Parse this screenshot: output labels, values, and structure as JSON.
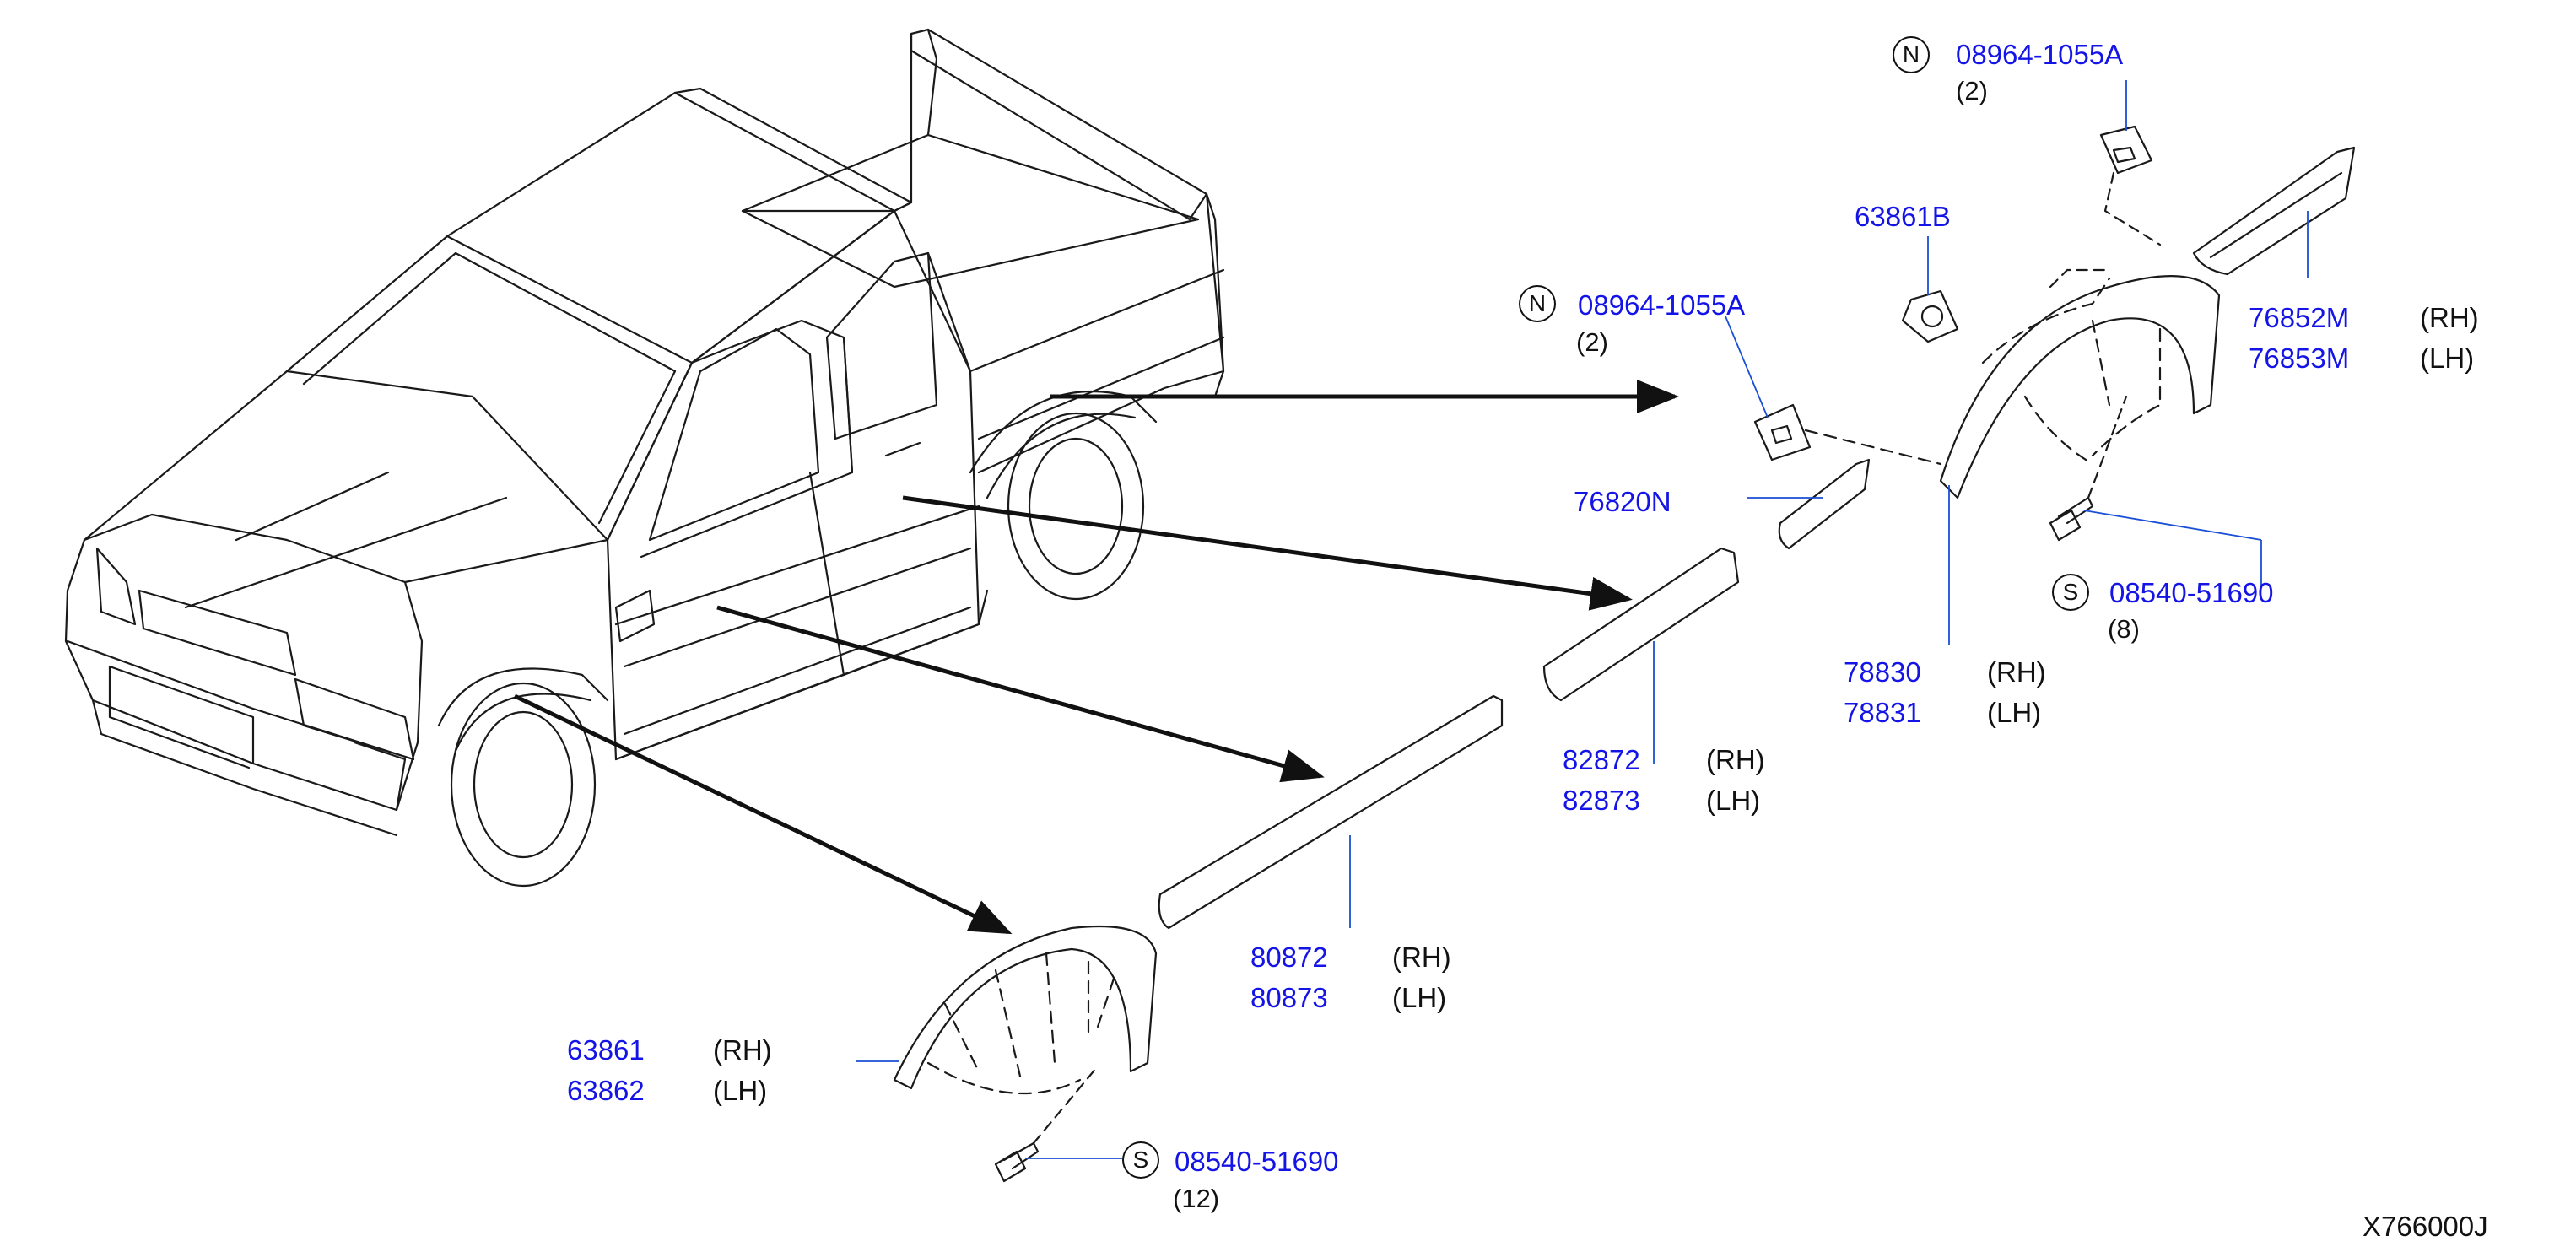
{
  "colors": {
    "part_number": "#1414e6",
    "text": "#111111",
    "leader": "#1a4fd6",
    "line": "#1a1a1a"
  },
  "diagram_ref": "X766000J",
  "parts": {
    "flare_rear": {
      "rh": "76852M",
      "rh_side": "(RH)",
      "lh": "76853M",
      "lh_side": "(LH)"
    },
    "clip_n_upper": {
      "symbol": "N",
      "number": "08964-1055A",
      "qty": "(2)"
    },
    "clip_n_mid": {
      "symbol": "N",
      "number": "08964-1055A",
      "qty": "(2)"
    },
    "nut_rear": {
      "number": "63861B"
    },
    "molding_small": {
      "number": "76820N"
    },
    "screw_rear": {
      "symbol": "S",
      "number": "08540-51690",
      "qty": "(8)"
    },
    "wheelarch_rear": {
      "rh": "78830",
      "rh_side": "(RH)",
      "lh": "78831",
      "lh_side": "(LH)"
    },
    "molding_door_rear": {
      "rh": "82872",
      "rh_side": "(RH)",
      "lh": "82873",
      "lh_side": "(LH)"
    },
    "molding_door_front": {
      "rh": "80872",
      "rh_side": "(RH)",
      "lh": "80873",
      "lh_side": "(LH)"
    },
    "flare_front": {
      "rh": "63861",
      "rh_side": "(RH)",
      "lh": "63862",
      "lh_side": "(LH)"
    },
    "screw_front": {
      "symbol": "S",
      "number": "08540-51690",
      "qty": "(12)"
    }
  }
}
